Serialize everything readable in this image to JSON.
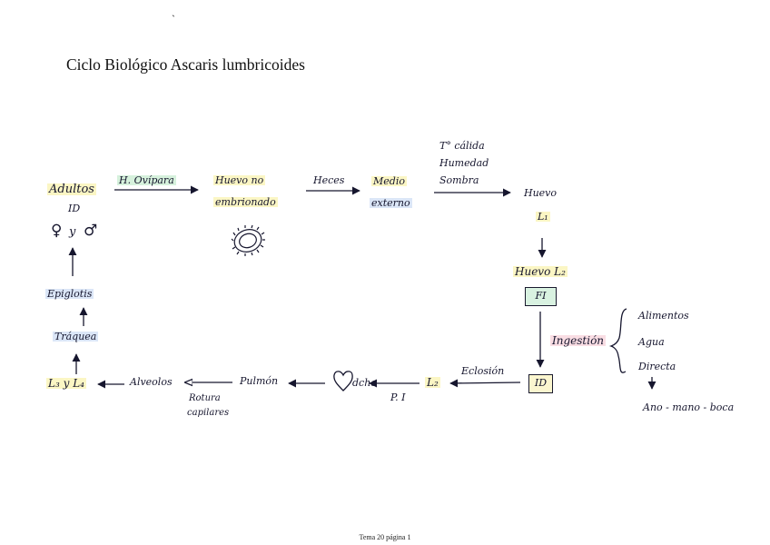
{
  "page": {
    "title": "Ciclo Biológico Ascaris lumbricoides",
    "footer": "Tema 20 página 1",
    "stray_mark": "`"
  },
  "nodes": {
    "adultos": "Adultos",
    "id_top": "ID",
    "huevo_no": "Huevo no",
    "embrionado": "embrionado",
    "medio": "Medio",
    "externo": "externo",
    "huevo_right": "Huevo",
    "l1": "L₁",
    "huevo_l2": "Huevo L₂",
    "fi_box": "FI",
    "id_box": "ID",
    "l2": "L₂",
    "dcho": "dcho",
    "pulmon": "Pulmón",
    "alveolos": "Alveolos",
    "l3yl4": "L₃ y L₄",
    "traquea": "Tráquea",
    "epiglotis": "Epiglotis"
  },
  "sexes": {
    "female": "♀",
    "y": "y",
    "male": "♂"
  },
  "edge_labels": {
    "h_ovipara": "H. Ovípara",
    "heces": "Heces",
    "conditions": [
      "T° cálida",
      "Humedad",
      "Sombra"
    ],
    "eclosion": "Eclosión",
    "pi": "P. I",
    "rotura_1": "Rotura",
    "rotura_2": "capilares"
  },
  "ingestion": {
    "label": "Ingestión",
    "options": [
      "Alimentos",
      "Agua",
      "Directa"
    ],
    "result": "Ano - mano - boca"
  },
  "icons": {
    "heart": "heart-icon",
    "egg": "egg-icon"
  },
  "colors": {
    "ink": "#16162e",
    "highlight_yellow": "#fbf6c4",
    "highlight_blue": "#dbe6f7",
    "highlight_green": "#d6f1dc",
    "highlight_pink": "#f9dde3"
  }
}
